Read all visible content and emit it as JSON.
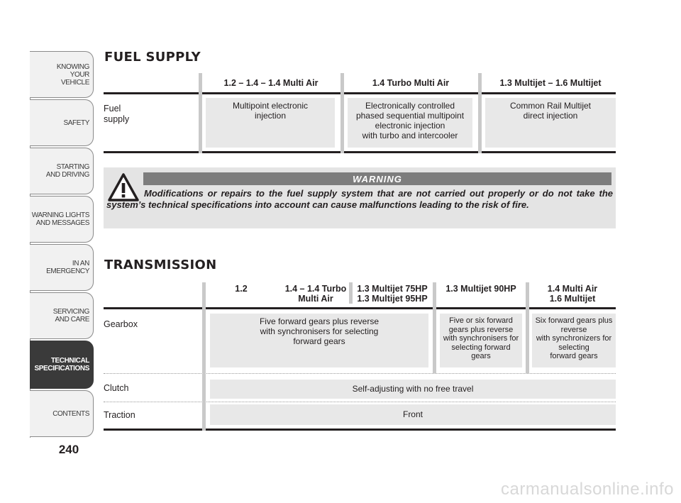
{
  "sidebar": {
    "tabs": [
      {
        "label": "KNOWING\nYOUR\nVEHICLE",
        "active": false
      },
      {
        "label": "SAFETY",
        "active": false
      },
      {
        "label": "STARTING\nAND DRIVING",
        "active": false
      },
      {
        "label": "WARNING LIGHTS\nAND MESSAGES",
        "active": false
      },
      {
        "label": "IN AN\nEMERGENCY",
        "active": false
      },
      {
        "label": "SERVICING\nAND CARE",
        "active": false
      },
      {
        "label": "TECHNICAL\nSPECIFICATIONS",
        "active": true
      },
      {
        "label": "CONTENTS",
        "active": false
      }
    ]
  },
  "page_number": "240",
  "fuel_supply": {
    "title": "FUEL SUPPLY",
    "columns": [
      "1.2 – 1.4 – 1.4 Multi Air",
      "1.4 Turbo Multi Air",
      "1.3 Multijet – 1.6 Multijet"
    ],
    "row_label": "Fuel\nsupply",
    "values": [
      "Multipoint electronic\ninjection",
      "Electronically controlled\nphased sequential multipoint\nelectronic injection\nwith turbo and intercooler",
      "Common Rail Multijet\ndirect injection"
    ]
  },
  "warning": {
    "icon": "warning-triangle-icon",
    "heading": "WARNING",
    "text": "Modifications or repairs to the fuel supply system that are not carried out properly or do not take the system’s technical specifications into account can cause malfunctions leading to the risk of fire."
  },
  "transmission": {
    "title": "TRANSMISSION",
    "columns": [
      "1.2",
      "1.4 – 1.4 Turbo\nMulti Air",
      "1.3 Multijet 75HP\n1.3 Multijet 95HP",
      "1.3 Multijet 90HP",
      "1.4 Multi Air\n1.6 Multijet"
    ],
    "rows": {
      "gearbox": {
        "label": "Gearbox",
        "values": [
          "Five forward gears plus reverse\nwith synchronisers for selecting\nforward gears",
          "Five or six forward\ngears plus reverse\nwith synchronisers for\nselecting forward\ngears",
          "Six forward gears plus\nreverse\nwith synchronizers for\nselecting\nforward gears"
        ]
      },
      "clutch": {
        "label": "Clutch",
        "value": "Self-adjusting with no free travel"
      },
      "traction": {
        "label": "Traction",
        "value": "Front"
      }
    }
  },
  "watermark": "carmanualsonline.info"
}
